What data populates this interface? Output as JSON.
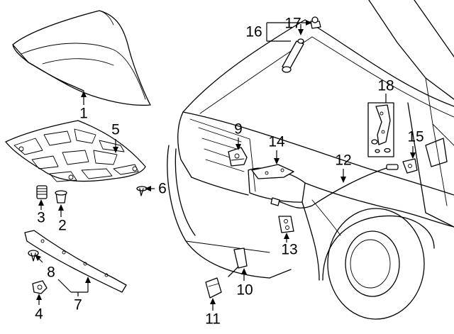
{
  "callouts": {
    "c1": "1",
    "c2": "2",
    "c3": "3",
    "c4": "4",
    "c5": "5",
    "c6": "6",
    "c7": "7",
    "c8": "8",
    "c9": "9",
    "c10": "10",
    "c11": "11",
    "c12": "12",
    "c13": "13",
    "c14": "14",
    "c15": "15",
    "c16": "16",
    "c17": "17",
    "c18": "18"
  },
  "colors": {
    "ink": "#000000",
    "paper": "#ffffff"
  }
}
